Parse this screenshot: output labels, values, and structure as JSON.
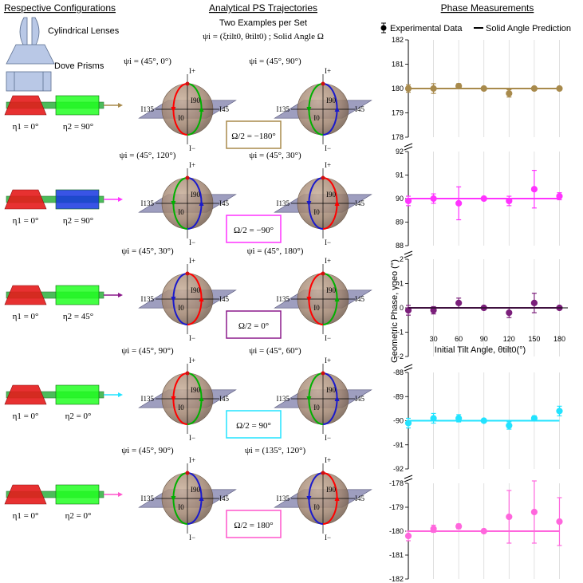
{
  "headers": {
    "left": "Respective Configurations",
    "middle": "Analytical PS Trajectories",
    "right": "Phase Measurements"
  },
  "subheader": {
    "line1": "Two Examples per Set",
    "line2": "ψi = (ξtilt0, θtilt0) ; Solid Angle Ω"
  },
  "legend_elements": {
    "lens": "Cylindrical Lenses",
    "dove": "Dove Prisms"
  },
  "stokes_labels": {
    "plus": "I+",
    "minus": "I−",
    "i0": "I0",
    "i45": "I45",
    "i90": "I90",
    "i135": "I135"
  },
  "rows": [
    {
      "eta1": "η1 = 0°",
      "eta2": "η2 = 90°",
      "psiA": "ψi = (45°, 0°)",
      "psiB": "ψi = (45°, 90°)",
      "omega": "Ω/2 = −180°",
      "color": "#a88a4c"
    },
    {
      "eta1": "η1 = 0°",
      "eta2": "η2 = 90°",
      "psiA": "ψi = (45°, 120°)",
      "psiB": "ψi = (45°, 30°)",
      "omega": "Ω/2 = −90°",
      "color": "#ff33ff"
    },
    {
      "eta1": "η1 = 0°",
      "eta2": "η2 = 45°",
      "psiA": "ψi = (45°, 30°)",
      "psiB": "ψi = (45°, 180°)",
      "omega": "Ω/2 = 0°",
      "color": "#8b1a8b"
    },
    {
      "eta1": "η1 = 0°",
      "eta2": "η2 = 0°",
      "psiA": "ψi = (45°, 90°)",
      "psiB": "ψi = (45°, 60°)",
      "omega": "Ω/2 = 90°",
      "color": "#22e3ff"
    },
    {
      "eta1": "η1 = 0°",
      "eta2": "η2 = 0°",
      "psiA": "ψi = (45°, 90°)",
      "psiB": "ψi = (135°, 120°)",
      "omega": "Ω/2 = 180°",
      "color": "#ff55cc"
    }
  ],
  "chart_data": {
    "type": "scatter",
    "legend": {
      "points": "Experimental Data",
      "line": "Solid Angle Prediction",
      "placement": "top"
    },
    "xlabel": "Initial Tilt Angle, θtilt0(°)",
    "ylabel": "Geometric Phase, γgeo (°)",
    "x": [
      0,
      30,
      60,
      90,
      120,
      150,
      180
    ],
    "x_ticks": [
      30,
      60,
      90,
      120,
      150,
      180
    ],
    "series": [
      {
        "color": "#a88a4c",
        "ylim": [
          178,
          182
        ],
        "yticks": [
          178,
          179,
          180,
          181,
          182
        ],
        "prediction": 180,
        "y": [
          180.0,
          180.0,
          180.1,
          180.0,
          179.8,
          180.0,
          180.0
        ],
        "err": [
          0.15,
          0.2,
          0.1,
          0.05,
          0.15,
          0.05,
          0.05
        ]
      },
      {
        "color": "#ff33ff",
        "ylim": [
          88,
          92
        ],
        "yticks": [
          88,
          89,
          90,
          91,
          92
        ],
        "prediction": 90,
        "y": [
          89.9,
          90.0,
          89.8,
          90.0,
          89.9,
          90.4,
          90.1
        ],
        "err": [
          0.2,
          0.2,
          0.7,
          0.05,
          0.2,
          0.8,
          0.15
        ]
      },
      {
        "color": "#7b1f7b",
        "ylim": [
          -2,
          2
        ],
        "yticks": [
          -2,
          -1,
          0,
          1,
          2
        ],
        "prediction": 0,
        "y": [
          -0.1,
          -0.1,
          0.2,
          0.0,
          -0.2,
          0.2,
          0.0
        ],
        "err": [
          0.2,
          0.15,
          0.2,
          0.05,
          0.2,
          0.4,
          0.05
        ]
      },
      {
        "color": "#22e3ff",
        "ylim": [
          -92,
          -88
        ],
        "yticks": [
          -92,
          -91,
          -90,
          -89,
          -88
        ],
        "prediction": -90,
        "y": [
          -90.1,
          -89.9,
          -89.9,
          -90.0,
          -90.2,
          -89.9,
          -89.6
        ],
        "err": [
          0.2,
          0.2,
          0.15,
          0.05,
          0.15,
          0.1,
          0.2
        ]
      },
      {
        "color": "#ff66dd",
        "ylim": [
          -182,
          -178
        ],
        "yticks": [
          -182,
          -181,
          -180,
          -179,
          -178
        ],
        "prediction": -180,
        "y": [
          -180.2,
          -179.9,
          -179.8,
          -180.0,
          -179.4,
          -179.2,
          -179.6
        ],
        "err": [
          0.2,
          0.15,
          0.1,
          0.05,
          1.1,
          1.3,
          1.0
        ]
      }
    ]
  }
}
